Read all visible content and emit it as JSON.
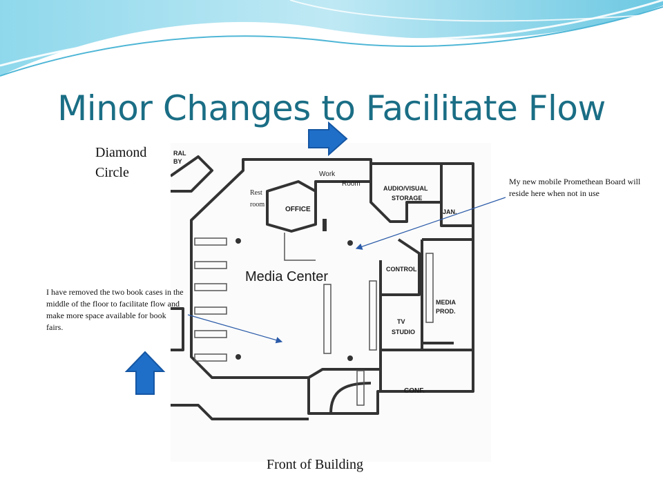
{
  "slide": {
    "title": "Minor Changes to Facilitate Flow"
  },
  "labels": {
    "diamond_circle_1": "Diamond",
    "diamond_circle_2": "Circle",
    "front": "Front of Building",
    "note_left": "I have removed the two book cases in the middle of the floor to facilitate flow and make more space available for book fairs.",
    "note_right": "My new mobile Promethean Board will reside here when not in use"
  },
  "plan": {
    "media_center": "Media Center",
    "office": "OFFICE",
    "work": "Work",
    "room": "Room",
    "rest_1": "Rest",
    "rest_2": "room",
    "av_1": "AUDIO/VISUAL",
    "av_2": "STORAGE",
    "jan": "JAN.",
    "control": "CONTROL",
    "tv_1": "TV",
    "tv_2": "STUDIO",
    "media_1": "MEDIA",
    "media_2": "PROD.",
    "conf": "CONF.",
    "lobby_1": "RAL",
    "lobby_2": "BY"
  },
  "colors": {
    "title": "#1a6e85",
    "arrow": "#1f6fc8",
    "wave": "#7fd0e6"
  },
  "icons": {
    "entry_arrow_top": "arrow-right-icon",
    "entry_arrow_left": "arrow-up-icon"
  }
}
